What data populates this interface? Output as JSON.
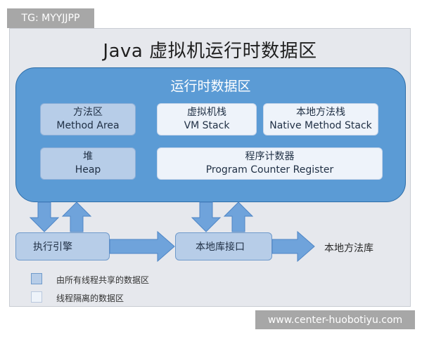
{
  "watermark_top": "TG: MYYJJPP",
  "watermark_bottom": "www.center-huobotiyu.com",
  "title": "Java 虚拟机运行时数据区",
  "runtime_area": {
    "label": "运行时数据区"
  },
  "areas": {
    "method_area": {
      "zh": "方法区",
      "en": "Method Area",
      "scope": "shared"
    },
    "vm_stack": {
      "zh": "虚拟机栈",
      "en": "VM Stack",
      "scope": "private"
    },
    "native_method_stack": {
      "zh": "本地方法栈",
      "en": "Native Method Stack",
      "scope": "private"
    },
    "heap": {
      "zh": "堆",
      "en": "Heap",
      "scope": "shared"
    },
    "program_counter": {
      "zh": "程序计数器",
      "en": "Program Counter Register",
      "scope": "private"
    }
  },
  "bottom": {
    "execution_engine": "执行引擎",
    "native_interface": "本地库接口",
    "native_library": "本地方法库"
  },
  "legend": {
    "shared": {
      "label": "由所有线程共享的数据区",
      "color": "#b7cde8"
    },
    "private": {
      "label": "线程隔离的数据区",
      "color": "#eef3fa"
    }
  },
  "colors": {
    "runtime_fill": "#5b9bd5",
    "arrow_fill": "#6fa3db",
    "frame_bg": "#e6e8ed"
  }
}
